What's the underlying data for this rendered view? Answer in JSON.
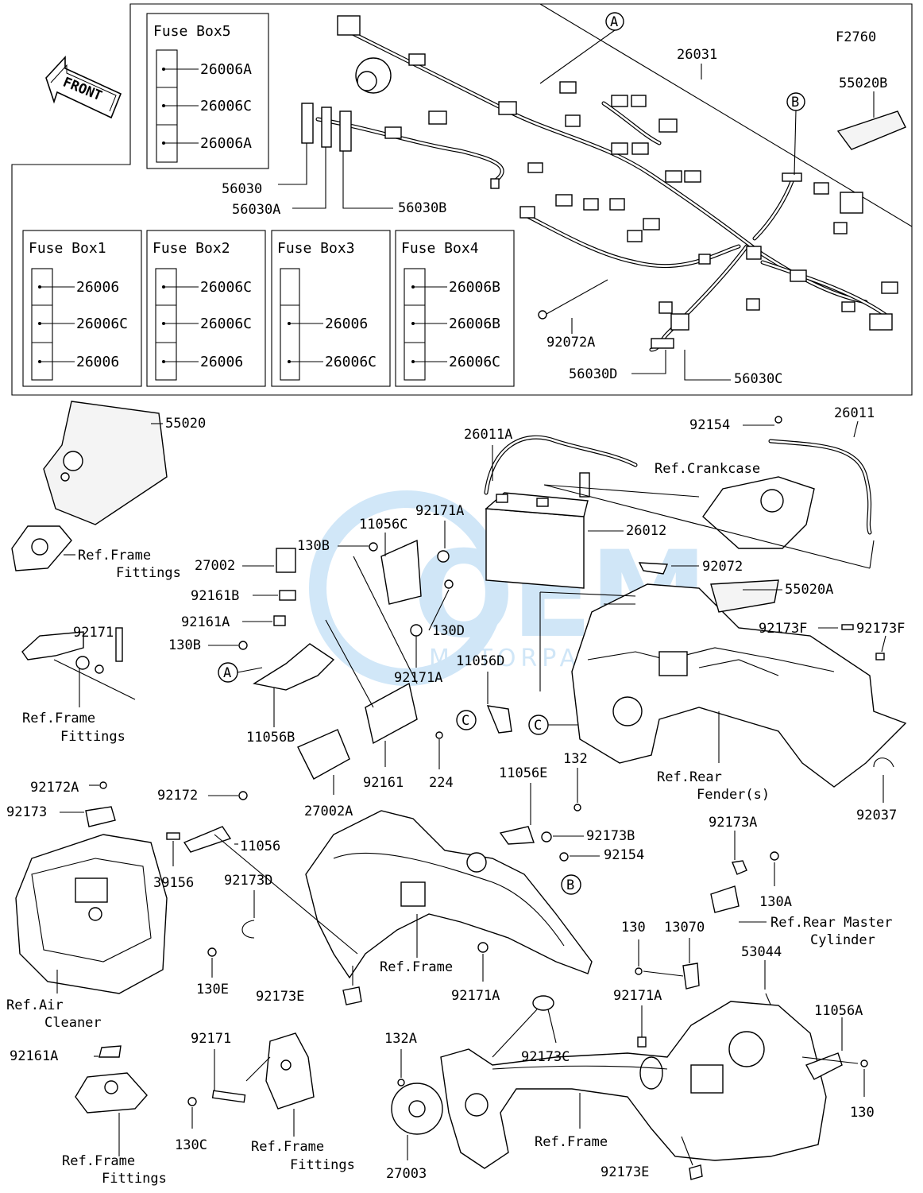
{
  "figure_code": "F2760",
  "front_arrow_label": "FRONT",
  "watermark": {
    "brand": "OEM",
    "sub": "MOTORPARTS",
    "color": "#5aa9e6"
  },
  "fuse_boxes": [
    {
      "title": "Fuse Box5",
      "fuses": [
        "26006A",
        "26006C",
        "26006A"
      ]
    },
    {
      "title": "Fuse Box1",
      "fuses": [
        "26006",
        "26006C",
        "26006"
      ]
    },
    {
      "title": "Fuse Box2",
      "fuses": [
        "26006C",
        "26006C",
        "26006"
      ]
    },
    {
      "title": "Fuse Box3",
      "fuses": [
        "26006",
        "26006C"
      ]
    },
    {
      "title": "Fuse Box4",
      "fuses": [
        "26006B",
        "26006B",
        "26006C"
      ]
    }
  ],
  "callouts": [
    "A",
    "B",
    "C"
  ],
  "part_labels": {
    "p26031": "26031",
    "p55020B": "55020B",
    "p56030": "56030",
    "p56030A": "56030A",
    "p56030B": "56030B",
    "p92072A": "92072A",
    "p56030D": "56030D",
    "p56030C": "56030C",
    "p55020": "55020",
    "p26011A": "26011A",
    "p92154a": "92154",
    "p26011": "26011",
    "p92171A_a": "92171A",
    "p11056C": "11056C",
    "p130B_a": "130B",
    "p26012": "26012",
    "p27002": "27002",
    "p92161B": "92161B",
    "p92161A_a": "92161A",
    "p130B_b": "130B",
    "p92171_a": "92171",
    "p130D": "130D",
    "p92171A_b": "92171A",
    "p11056D": "11056D",
    "p92072": "92072",
    "p55020A": "55020A",
    "p92173F_a": "92173F",
    "p92173F_b": "92173F",
    "p11056B": "11056B",
    "p92161": "92161",
    "p27002A": "27002A",
    "p224": "224",
    "p11056E": "11056E",
    "p132": "132",
    "p92037": "92037",
    "p92172A": "92172A",
    "p92173": "92173",
    "p92172": "92172",
    "p11056": "11056",
    "p39156": "39156",
    "p92173D": "92173D",
    "p92173B": "92173B",
    "p92154b": "92154",
    "p92173A": "92173A",
    "p130A": "130A",
    "p130E": "130E",
    "p92173E_a": "92173E",
    "p92171A_c": "92171A",
    "p130a": "130",
    "p13070": "13070",
    "p53044": "53044",
    "p92171A_d": "92171A",
    "p11056A": "11056A",
    "p92161A_b": "92161A",
    "p92171_b": "92171",
    "p132A": "132A",
    "p92173C": "92173C",
    "p130b": "130",
    "p130C": "130C",
    "p27003": "27003",
    "p92173E_b": "92173E"
  },
  "references": {
    "frame_fittings_1": [
      "Ref.Frame",
      "Fittings"
    ],
    "frame_fittings_2": [
      "Ref.Frame",
      "Fittings"
    ],
    "frame_fittings_3": [
      "Ref.Frame",
      "Fittings"
    ],
    "frame_fittings_4": [
      "Ref.Frame",
      "Fittings"
    ],
    "crankcase": "Ref.Crankcase",
    "rear_fender": [
      "Ref.Rear",
      "Fender(s)"
    ],
    "rear_master": [
      "Ref.Rear Master",
      "Cylinder"
    ],
    "air_cleaner": [
      "Ref.Air",
      "Cleaner"
    ],
    "frame_a": "Ref.Frame",
    "frame_b": "Ref.Frame"
  }
}
